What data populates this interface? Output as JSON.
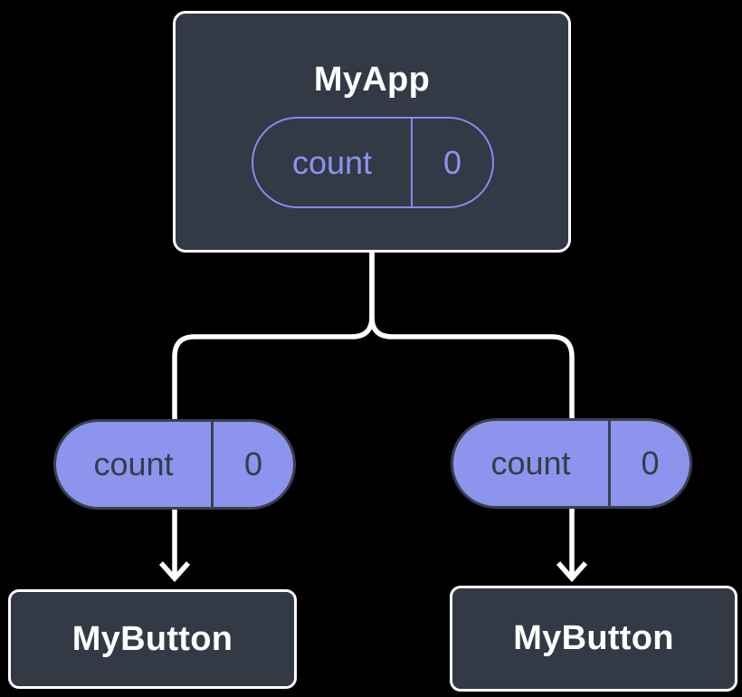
{
  "diagram": {
    "root": {
      "title": "MyApp",
      "state": {
        "name": "count",
        "value": "0"
      }
    },
    "left_prop": {
      "name": "count",
      "value": "0"
    },
    "right_prop": {
      "name": "count",
      "value": "0"
    },
    "left_child": {
      "title": "MyButton"
    },
    "right_child": {
      "title": "MyButton"
    }
  },
  "colors": {
    "background": "#000000",
    "node_fill": "#333945",
    "node_border": "#FFFFFF",
    "connector_line": "#FFFFFF",
    "pill_outline_accent": "#828CEC",
    "pill_outline_text": "#8A94F0",
    "pill_filled_fill": "#8C94ED",
    "pill_filled_border": "#3A404C",
    "pill_filled_text": "#363C48",
    "title_text": "#FFFFFF"
  }
}
